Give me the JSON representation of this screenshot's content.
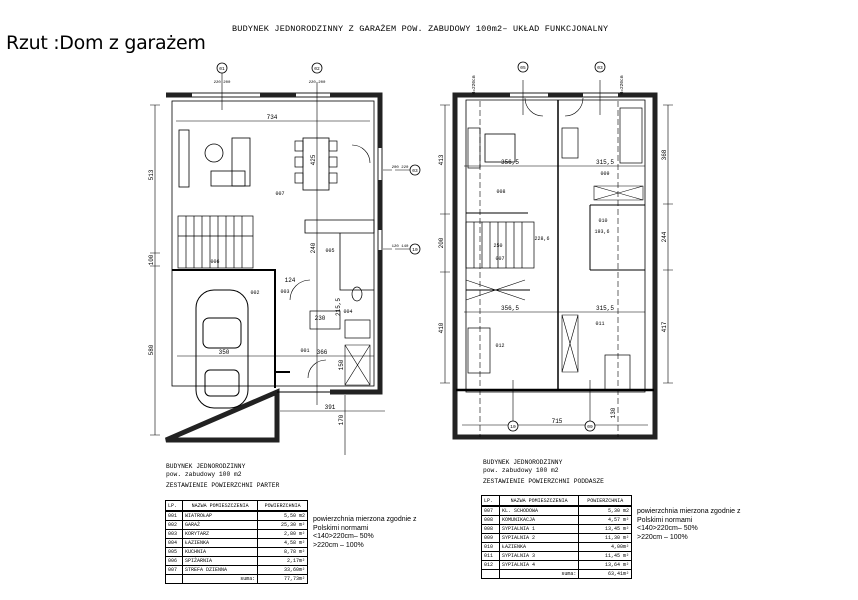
{
  "title": "Rzut :Dom z garażem",
  "header": "BUDYNEK JEDNORODZINNY Z GARAŻEM POW. ZABUDOWY 100m2– UKŁAD FUNKCJONALNY",
  "ground_floor": {
    "dimensions": {
      "top_width": "734",
      "left_top": "513",
      "left_mid": "100",
      "left_bottom": "580",
      "dining": "425",
      "kitchen": "240",
      "hall": "124",
      "garage_width": "350",
      "entry_width": "366",
      "bath_h": "215,5",
      "bath_w": "230",
      "entry_h": "150",
      "porch_w": "391",
      "porch_h": "170"
    },
    "rooms": {
      "r001": "001",
      "r002": "002",
      "r003": "003",
      "r004": "004",
      "r005": "005",
      "r006": "006",
      "r007": "007"
    },
    "window_marks": [
      "01",
      "02",
      "03",
      "10"
    ],
    "window_sizes": {
      "w01": "220 200",
      "w02": "220 200",
      "w03": "200 220",
      "w10": "120 140"
    },
    "info": {
      "line1": "BUDYNEK JEDNORODZINNY",
      "line2": "pow. zabudowy 100 m2",
      "line3": "ZESTAWIENIE POWIERZCHNI PARTER"
    },
    "table": {
      "headers": [
        "LP.",
        "NAZWA POMIESZCZENIA",
        "POWIERZCHNIA"
      ],
      "rows": [
        {
          "lp": "001",
          "name": "WIATROŁAP",
          "area": "5,50 m2"
        },
        {
          "lp": "002",
          "name": "GARAŻ",
          "area": "25,30 m²"
        },
        {
          "lp": "003",
          "name": "KORYTARZ",
          "area": "2,80 m²"
        },
        {
          "lp": "004",
          "name": "ŁAZIENKA",
          "area": "4,58 m²"
        },
        {
          "lp": "005",
          "name": "KUCHNIA",
          "area": "8,78 m²"
        },
        {
          "lp": "006",
          "name": "SPIŻARNIA",
          "area": "2,17m²"
        },
        {
          "lp": "007",
          "name": "STREFA DZIENNA",
          "area": "33,60m²"
        }
      ],
      "sum_label": "suma:",
      "sum": "77,73m²"
    },
    "notes": [
      "powierzchnia mierzona zgodnie z",
      "Polskimi normami",
      "<140>220cm– 50%",
      ">220cm – 100%"
    ]
  },
  "attic": {
    "dimensions": {
      "left_top": "413",
      "left_mid": "200",
      "left_bottom": "410",
      "right_top": "368",
      "right_mid": "244",
      "right_bottom": "417",
      "room_left": "356,5",
      "room_right": "315,5",
      "room_left_b": "356,5",
      "room_right_b": "315,5",
      "hall": "228,6",
      "bath": "193,6",
      "stair": "250",
      "balcony_w": "715",
      "balcony_h": "130",
      "h_label_left": "H=220cm",
      "h_label_right": "H=220cm"
    },
    "rooms": {
      "r007": "007",
      "r008": "008",
      "r009": "009",
      "r010": "010",
      "r011": "011",
      "r012": "012"
    },
    "window_marks": [
      "05",
      "03",
      "10",
      "09"
    ],
    "info": {
      "line1": "BUDYNEK JEDNORODZINNY",
      "line2": "pow. zabudowy 100 m2",
      "line3": "ZESTAWIENIE POWIERZCHNI PODDASZE"
    },
    "table": {
      "headers": [
        "LP.",
        "NAZWA POMIESZCZENIA",
        "POWIERZCHNIA"
      ],
      "rows": [
        {
          "lp": "007",
          "name": "KL. SCHODOWA",
          "area": "5,30 m2"
        },
        {
          "lp": "008",
          "name": "KOMUNIKACJA",
          "area": "4,57 m²"
        },
        {
          "lp": "008",
          "name": "SYPIALNIA 1",
          "area": "13,45 m²"
        },
        {
          "lp": "009",
          "name": "SYPIALNIA 2",
          "area": "11,30 m²"
        },
        {
          "lp": "010",
          "name": "ŁAZIENKA",
          "area": "4,00m²"
        },
        {
          "lp": "011",
          "name": "SYPIALNIA 3",
          "area": "11,45 m²"
        },
        {
          "lp": "012",
          "name": "SYPIALNIA 4",
          "area": "13,64 m²"
        }
      ],
      "sum_label": "suma:",
      "sum": "63,41m²"
    },
    "notes": [
      "powierzchnia mierzona zgodnie z",
      "Polskimi normami",
      "<140>220cm– 50%",
      ">220cm – 100%"
    ]
  }
}
